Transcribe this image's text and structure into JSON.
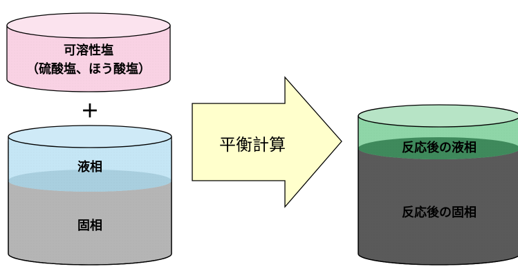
{
  "salt": {
    "line1": "可溶性塩",
    "line2": "（硫酸塩、ほう酸塩）"
  },
  "plus_sign": "＋",
  "before": {
    "liquid_label": "液相",
    "solid_label": "固相"
  },
  "arrow_label": "平衡計算",
  "after": {
    "liquid_label": "反応後の液相",
    "solid_label": "反応後の固相"
  },
  "colors": {
    "salt_fill": "#f9d2e4",
    "liquid_fill": "#c5e6f5",
    "solid_fill": "#b5b5b5",
    "arrow_fill": "#ffffcc",
    "after_liquid_fill": "#8fd6a8",
    "after_solid_fill": "#5a5a5a"
  }
}
